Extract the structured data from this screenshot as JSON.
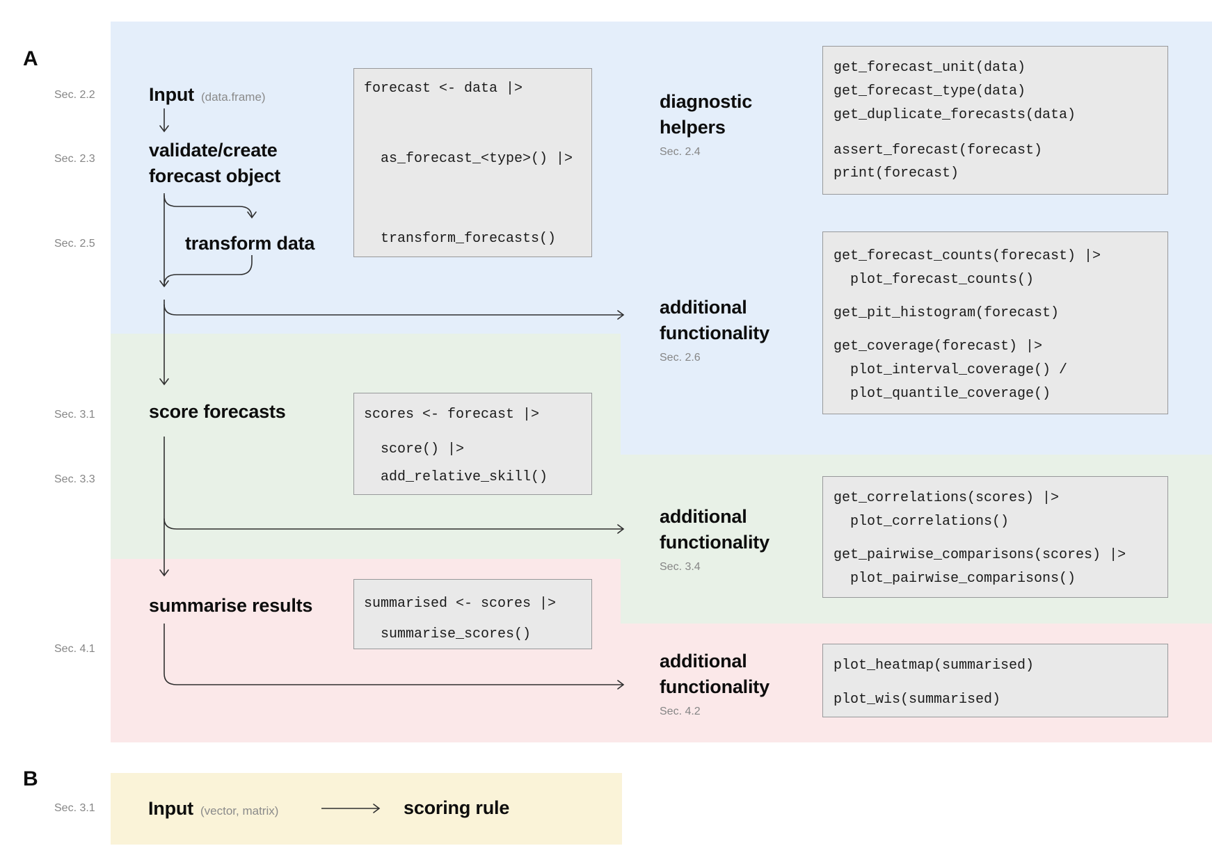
{
  "colors": {
    "stage_validate_bg": "#e4eefa",
    "stage_score_bg": "#e8f1e7",
    "stage_summarise_bg": "#fbe8e9",
    "panel_b_bg": "#faf3d8",
    "code_box_fill": "#e9e9e9",
    "code_box_border": "#97989a",
    "arrow": "#2f2f2f",
    "muted_text": "#858585"
  },
  "panel_a": {
    "label": "A",
    "flow": {
      "input": {
        "label": "Input",
        "type": "(data.frame)",
        "sec": "Sec. 2.2"
      },
      "validate": {
        "line1": "validate/create",
        "line2": "forecast object",
        "sec": "Sec. 2.3"
      },
      "transform": {
        "label": "transform data",
        "sec": "Sec. 2.5"
      },
      "score": {
        "label": "score forecasts",
        "sec": "Sec. 3.1",
        "sec_skill": "Sec. 3.3"
      },
      "summarise": {
        "label": "summarise results",
        "sec": "Sec. 4.1"
      }
    },
    "pipeline_boxes": {
      "create": {
        "lines": [
          "forecast <- data |>",
          "  as_forecast_<type>() |>",
          "  transform_forecasts()"
        ]
      },
      "score": {
        "lines": [
          "scores <- forecast |>",
          "  score() |>",
          "  add_relative_skill()"
        ]
      },
      "summarise": {
        "lines": [
          "summarised <- scores |>",
          "  summarise_scores()"
        ]
      }
    },
    "right": {
      "diagnostic": {
        "title1": "diagnostic",
        "title2": "helpers",
        "sec": "Sec. 2.4",
        "lines": [
          "get_forecast_unit(data)",
          "get_forecast_type(data)",
          "get_duplicate_forecasts(data)",
          "assert_forecast(forecast)",
          "print(forecast)"
        ]
      },
      "addfunc1": {
        "title1": "additional",
        "title2": "functionality",
        "sec": "Sec. 2.6",
        "lines": [
          "get_forecast_counts(forecast) |>",
          "  plot_forecast_counts()",
          "get_pit_histogram(forecast)",
          "get_coverage(forecast) |>",
          "  plot_interval_coverage() /",
          "  plot_quantile_coverage()"
        ]
      },
      "addfunc2": {
        "title1": "additional",
        "title2": "functionality",
        "sec": "Sec. 3.4",
        "lines": [
          "get_correlations(scores) |>",
          "  plot_correlations()",
          "get_pairwise_comparisons(scores) |>",
          "  plot_pairwise_comparisons()"
        ]
      },
      "addfunc3": {
        "title1": "additional",
        "title2": "functionality",
        "sec": "Sec. 4.2",
        "lines": [
          "plot_heatmap(summarised)",
          "plot_wis(summarised)"
        ]
      }
    }
  },
  "panel_b": {
    "label": "B",
    "sec": "Sec. 3.1",
    "input_label": "Input",
    "input_type": "(vector, matrix)",
    "target": "scoring rule"
  }
}
